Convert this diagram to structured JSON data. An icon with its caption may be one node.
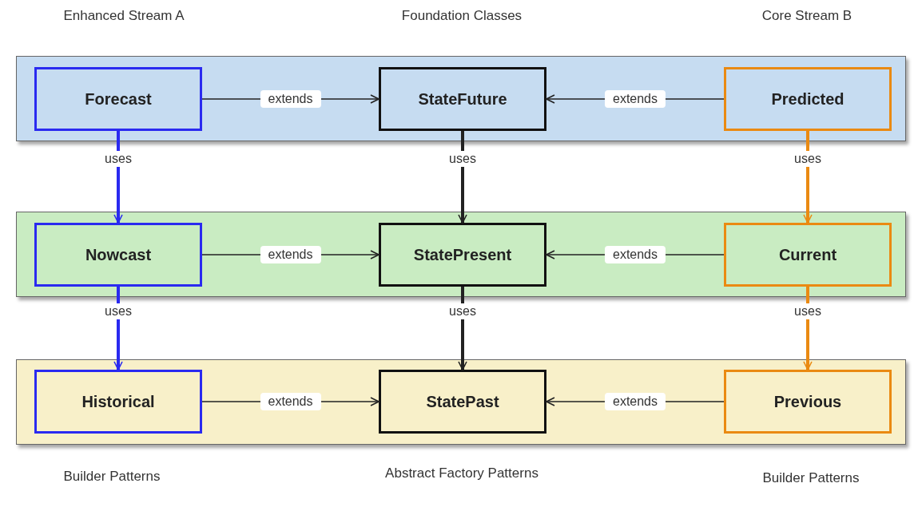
{
  "diagram": {
    "nodes": [
      {
        "text": [],
        "shape": "box"
      },
      {
        "text": [
          "Forecast"
        ],
        "in": 0
      },
      {
        "text": [
          "StateFuture"
        ],
        "in": 0
      },
      {
        "text": [
          "Predicted"
        ],
        "in": 0
      },
      {
        "text": [],
        "shape": "box"
      },
      {
        "text": [
          "Nowcast"
        ],
        "in": 4
      },
      {
        "text": [
          "StatePresent"
        ],
        "in": 4
      },
      {
        "text": [
          "Current"
        ],
        "in": 4
      },
      {
        "text": [],
        "shape": "box"
      },
      {
        "text": [
          "Historical"
        ],
        "in": 8
      },
      {
        "text": [
          "StatePast"
        ],
        "in": 8
      },
      {
        "text": [
          "Previous"
        ],
        "in": 8
      }
    ],
    "edges": [
      {
        "from": 1,
        "to": 2,
        "arrow": "to",
        "label": "extends"
      },
      {
        "from": 3,
        "to": 2,
        "arrow": "to",
        "label": "extends"
      },
      {
        "from": 1,
        "to": 5,
        "arrow": "to",
        "label": "uses",
        "style": "thick",
        "color": "#2a2af0"
      },
      {
        "from": 2,
        "to": 6,
        "arrow": "to",
        "label": "uses",
        "style": "thick"
      },
      {
        "from": 3,
        "to": 7,
        "arrow": "to",
        "label": "uses",
        "style": "thick",
        "color": "#ea8a12"
      },
      {
        "from": 5,
        "to": 6,
        "arrow": "to",
        "label": "extends"
      },
      {
        "from": 7,
        "to": 6,
        "arrow": "to",
        "label": "extends"
      },
      {
        "from": 5,
        "to": 9,
        "arrow": "to",
        "label": "uses",
        "style": "thick",
        "color": "#2a2af0"
      },
      {
        "from": 6,
        "to": 10,
        "arrow": "to",
        "label": "uses",
        "style": "thick"
      },
      {
        "from": 7,
        "to": 11,
        "arrow": "to",
        "label": "uses",
        "style": "thick",
        "color": "#ea8a12"
      },
      {
        "from": 9,
        "to": 10,
        "arrow": "to",
        "label": "extends"
      },
      {
        "from": 11,
        "to": 10,
        "arrow": "to",
        "label": "extends"
      }
    ],
    "labels": [
      "Enhanced Stream A",
      "Foundation Classes",
      "Core Stream B",
      "Builder Patterns",
      "Abstract Factory Patterns",
      "Builder Patterns"
    ]
  }
}
